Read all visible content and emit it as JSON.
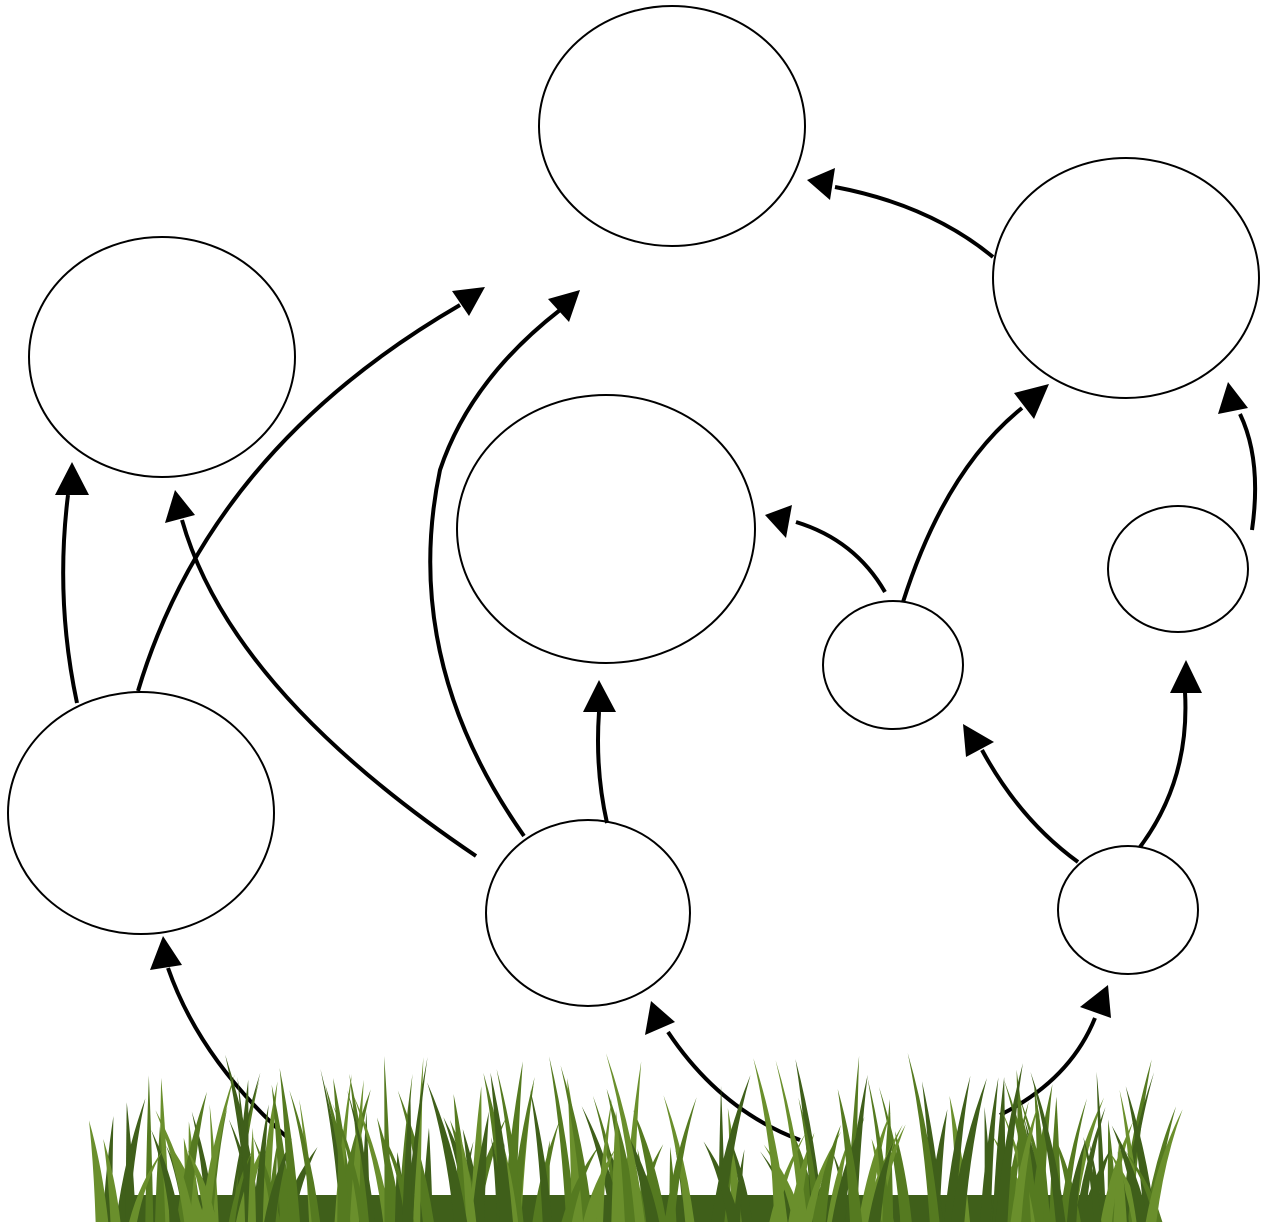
{
  "diagram": {
    "type": "food-web",
    "title": "",
    "node_count": 10,
    "edge_count": 16,
    "node_labels": [
      "",
      "",
      "",
      "",
      "",
      "",
      "",
      "",
      "",
      ""
    ],
    "base_image": "grass",
    "colors": {
      "node_stroke": "#000000",
      "node_fill": "#ffffff",
      "arrow": "#000000",
      "grass_dark": "#3f5f1a",
      "grass_mid": "#557a20",
      "grass_light": "#6a8f2c"
    }
  }
}
